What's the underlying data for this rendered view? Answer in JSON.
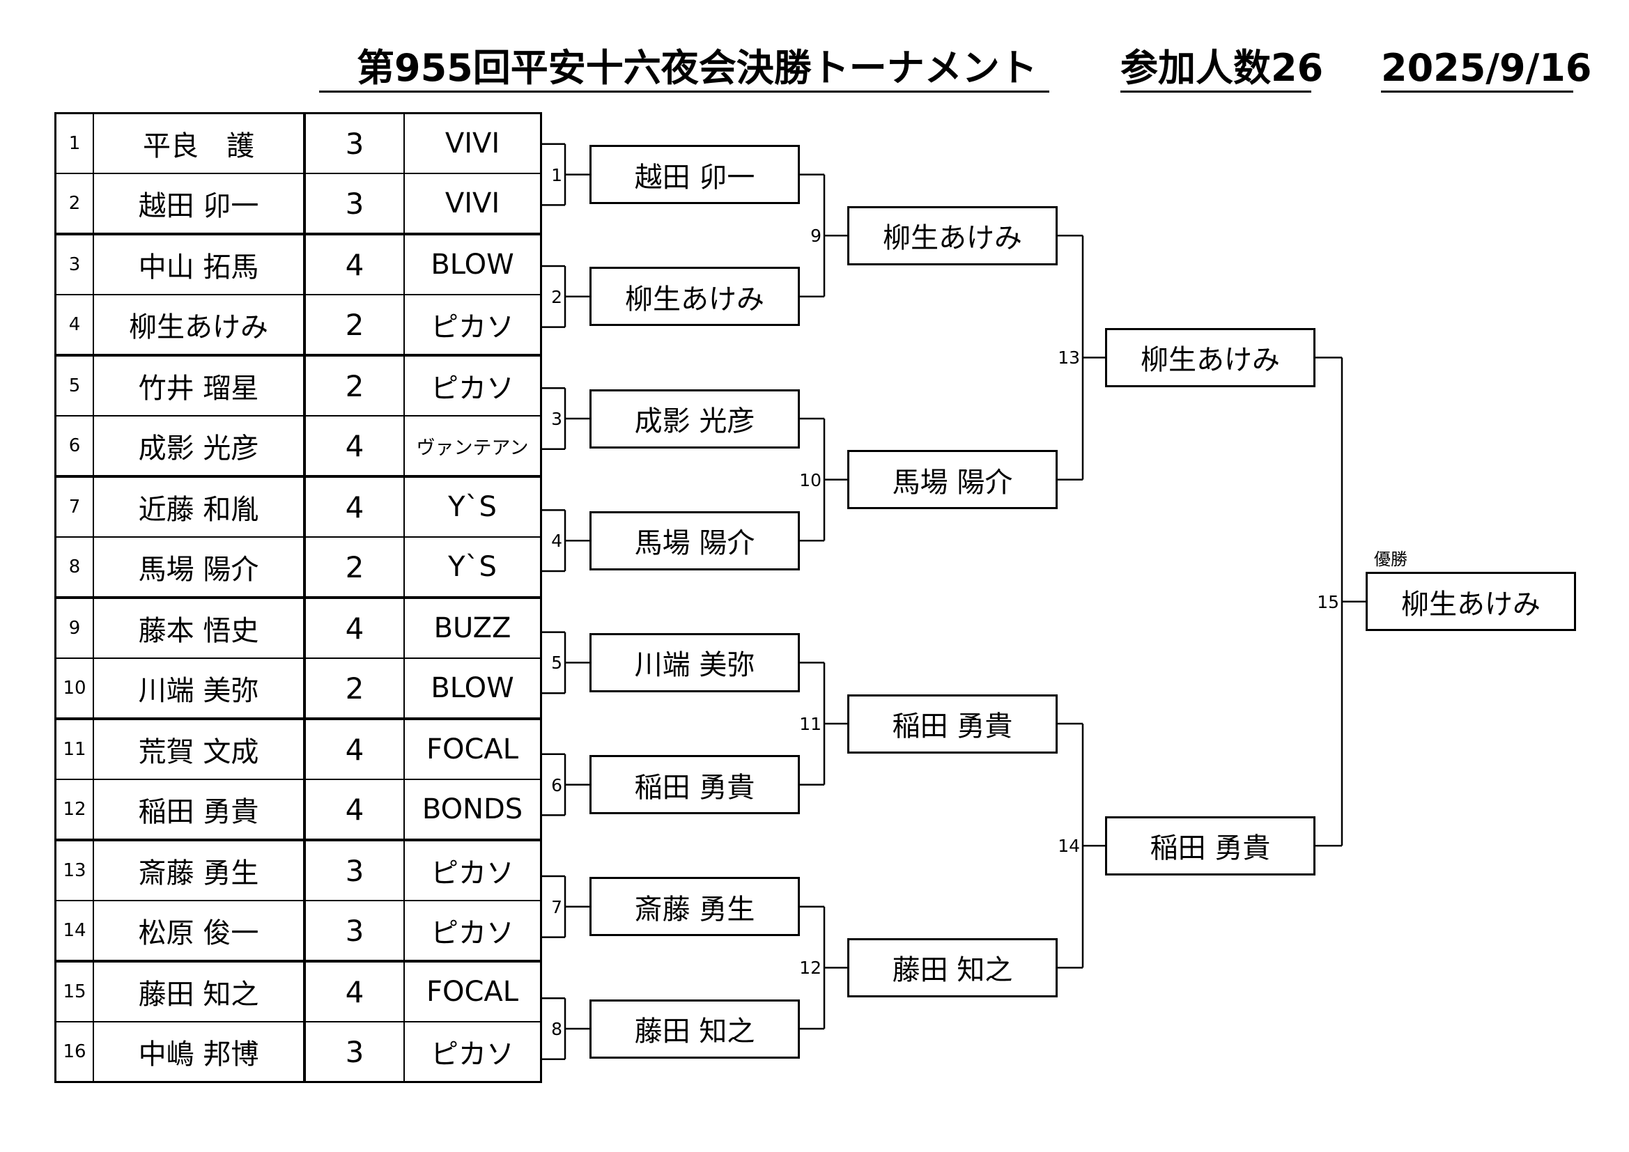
{
  "header": {
    "title": "　第955回平安十六夜会決勝トーナメント",
    "participants": "参加人数26",
    "date": "2025/9/16"
  },
  "entries": [
    {
      "no": "1",
      "name": "平良　護",
      "grade": "3",
      "club": "VIVI"
    },
    {
      "no": "2",
      "name": "越田 卯一",
      "grade": "3",
      "club": "VIVI"
    },
    {
      "no": "3",
      "name": "中山 拓馬",
      "grade": "4",
      "club": "BLOW"
    },
    {
      "no": "4",
      "name": "柳生あけみ",
      "grade": "2",
      "club": "ピカソ"
    },
    {
      "no": "5",
      "name": "竹井 瑠星",
      "grade": "2",
      "club": "ピカソ"
    },
    {
      "no": "6",
      "name": "成影 光彦",
      "grade": "4",
      "club": "ヴァンテアン"
    },
    {
      "no": "7",
      "name": "近藤 和胤",
      "grade": "4",
      "club": "Y`S"
    },
    {
      "no": "8",
      "name": "馬場 陽介",
      "grade": "2",
      "club": "Y`S"
    },
    {
      "no": "9",
      "name": "藤本 悟史",
      "grade": "4",
      "club": "BUZZ"
    },
    {
      "no": "10",
      "name": "川端 美弥",
      "grade": "2",
      "club": "BLOW"
    },
    {
      "no": "11",
      "name": "荒賀 文成",
      "grade": "4",
      "club": "FOCAL"
    },
    {
      "no": "12",
      "name": "稲田 勇貴",
      "grade": "4",
      "club": "BONDS"
    },
    {
      "no": "13",
      "name": "斎藤 勇生",
      "grade": "3",
      "club": "ピカソ"
    },
    {
      "no": "14",
      "name": "松原 俊一",
      "grade": "3",
      "club": "ピカソ"
    },
    {
      "no": "15",
      "name": "藤田 知之",
      "grade": "4",
      "club": "FOCAL"
    },
    {
      "no": "16",
      "name": "中嶋 邦博",
      "grade": "3",
      "club": "ピカソ"
    }
  ],
  "round1": [
    {
      "match": "1",
      "winner": "越田 卯一"
    },
    {
      "match": "2",
      "winner": "柳生あけみ"
    },
    {
      "match": "3",
      "winner": "成影 光彦"
    },
    {
      "match": "4",
      "winner": "馬場 陽介"
    },
    {
      "match": "5",
      "winner": "川端 美弥"
    },
    {
      "match": "6",
      "winner": "稲田 勇貴"
    },
    {
      "match": "7",
      "winner": "斎藤 勇生"
    },
    {
      "match": "8",
      "winner": "藤田 知之"
    }
  ],
  "round2": [
    {
      "match": "9",
      "winner": "柳生あけみ"
    },
    {
      "match": "10",
      "winner": "馬場 陽介"
    },
    {
      "match": "11",
      "winner": "稲田 勇貴"
    },
    {
      "match": "12",
      "winner": "藤田 知之"
    }
  ],
  "semifinal": [
    {
      "match": "13",
      "winner": "柳生あけみ"
    },
    {
      "match": "14",
      "winner": "稲田 勇貴"
    }
  ],
  "final": {
    "match": "15",
    "label": "優勝",
    "winner": "柳生あけみ"
  }
}
